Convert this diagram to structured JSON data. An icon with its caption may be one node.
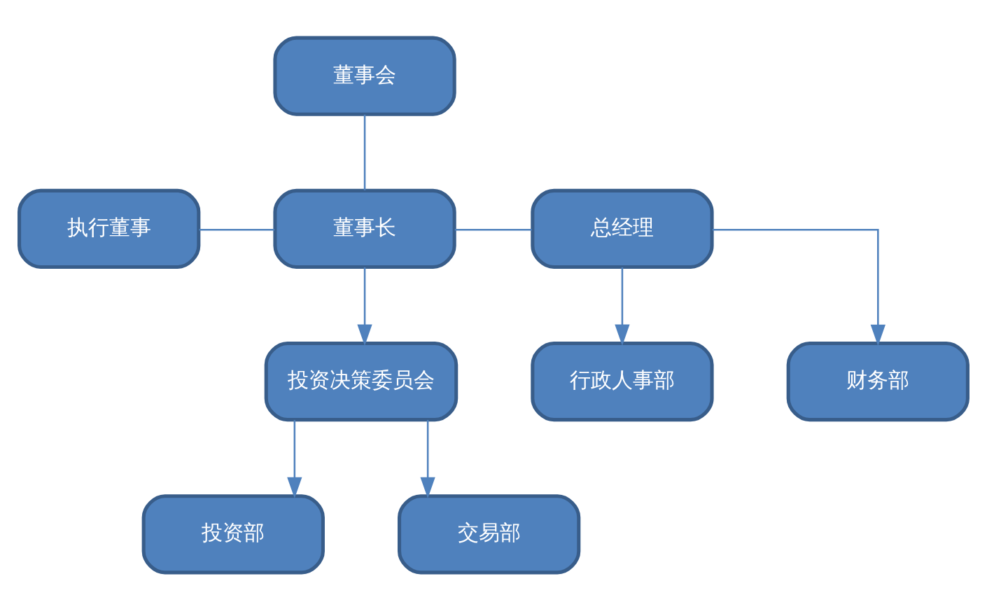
{
  "diagram": {
    "nodes": [
      {
        "text": [
          "董事会"
        ]
      },
      {
        "text": [
          "执行董事"
        ]
      },
      {
        "text": [
          "董事长"
        ]
      },
      {
        "text": [
          "总经理"
        ]
      },
      {
        "text": [
          "投资决策委员会"
        ]
      },
      {
        "text": [
          "投资部"
        ]
      },
      {
        "text": [
          "交易部"
        ]
      },
      {
        "text": [
          "行政人事部"
        ]
      },
      {
        "text": [
          "财务部"
        ]
      }
    ],
    "edges": [
      {
        "from": 0,
        "to": 2,
        "arrow": "none"
      },
      {
        "from": 1,
        "to": 2,
        "arrow": "none"
      },
      {
        "from": 2,
        "to": 3,
        "arrow": "none"
      },
      {
        "from": 2,
        "to": 4,
        "arrow": "to"
      },
      {
        "from": 4,
        "to": 5,
        "arrow": "to"
      },
      {
        "from": 4,
        "to": 6,
        "arrow": "to"
      },
      {
        "from": 3,
        "to": 7,
        "arrow": "to"
      },
      {
        "from": 3,
        "to": 8,
        "arrow": "to"
      }
    ]
  }
}
